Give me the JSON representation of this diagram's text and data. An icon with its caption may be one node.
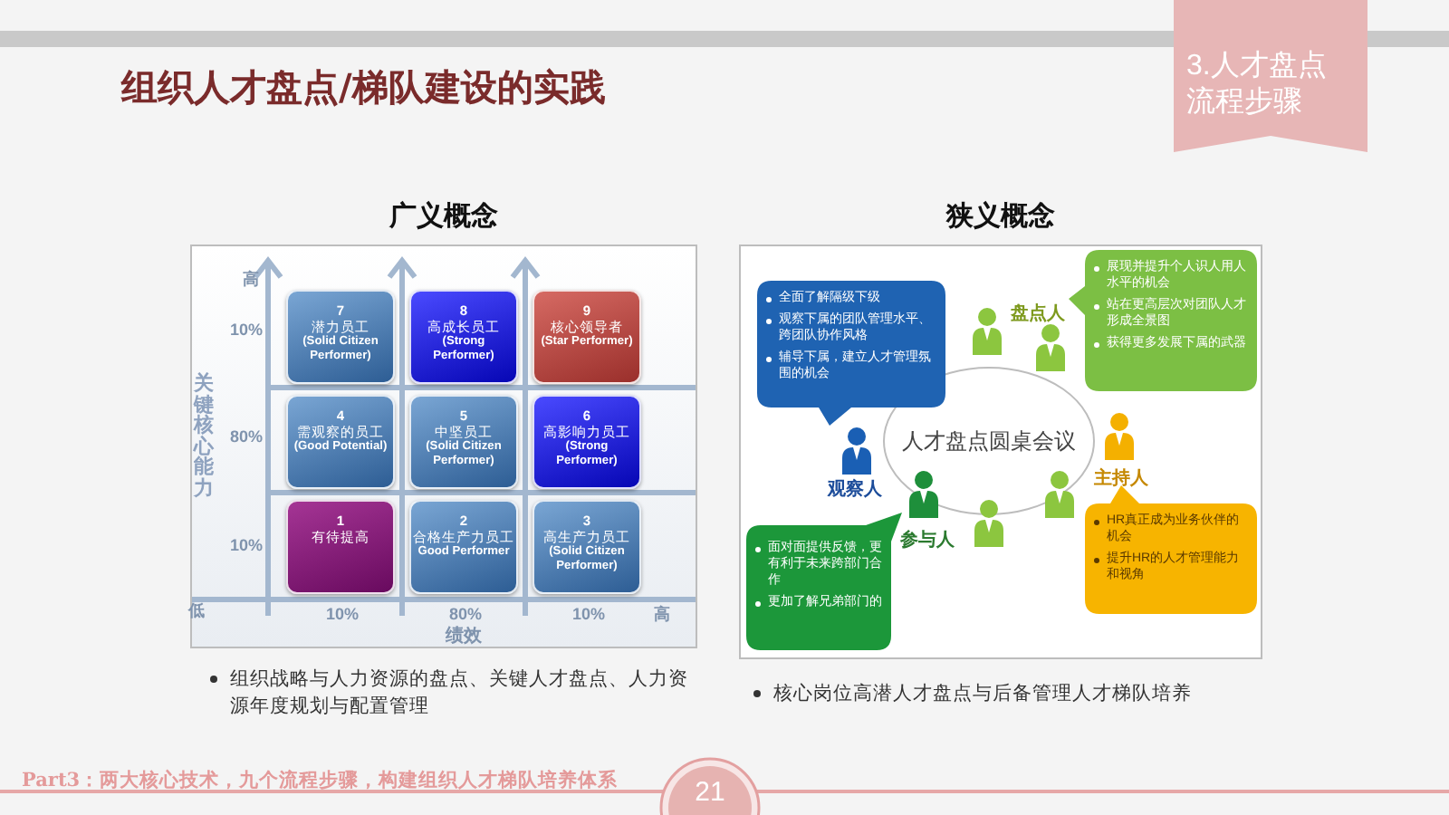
{
  "diagram": {
    "title": "组织人才盘点/梯队建设的实践",
    "nodes": [
      {
        "text": [
          "3.人才盘点流程步骤"
        ]
      },
      {
        "text": [
          "广义概念"
        ]
      },
      {
        "text": [
          "7",
          "潜力员工",
          "(Solid Citizen Performer)"
        ],
        "in": 1
      },
      {
        "text": [
          "8",
          "高成长员工",
          "(Strong Performer)"
        ],
        "in": 1
      },
      {
        "text": [
          "9",
          "核心领导者",
          "(Star Performer)"
        ],
        "in": 1
      },
      {
        "text": [
          "4",
          "需观察的员工",
          "(Good Potential)"
        ],
        "in": 1
      },
      {
        "text": [
          "5",
          "中坚员工",
          "(Solid Citizen Performer)"
        ],
        "in": 1
      },
      {
        "text": [
          "6",
          "高影响力员工",
          "(Strong Performer)"
        ],
        "in": 1
      },
      {
        "text": [
          "1",
          "有待提高"
        ],
        "in": 1
      },
      {
        "text": [
          "2",
          "合格生产力员工",
          "Good Performer"
        ],
        "in": 1
      },
      {
        "text": [
          "3",
          "高生产力员工",
          "(Solid Citizen Performer)"
        ],
        "in": 1
      },
      {
        "text": [
          "狭义概念"
        ]
      },
      {
        "text": [
          "人才盘点圆桌会议"
        ],
        "in": 11
      },
      {
        "text": [
          "全面了解隔级下级",
          "观察下属的团队管理水平、跨团队协作风格",
          "辅导下属，建立人才管理氛围的机会"
        ],
        "in": 11
      },
      {
        "text": [
          "展现并提升个人识人用人水平的机会",
          "站在更高层次对团队人才形成全景图",
          "获得更多发展下属的武器"
        ],
        "in": 11
      },
      {
        "text": [
          "HR真正成为业务伙伴的机会",
          "提升HR的人才管理能力和视角"
        ],
        "in": 11
      },
      {
        "text": [
          "面对面提供反馈，更有利于未来跨部门合作",
          "更加了解兄弟部门的"
        ],
        "in": 11
      },
      {
        "text": [
          "21"
        ]
      }
    ],
    "labels": [
      "高",
      "10%",
      "关键核心能力",
      "80%",
      "10%",
      "低",
      "10%",
      "80%",
      "10%",
      "高",
      "绩效",
      "盘点人",
      "观察人",
      "主持人",
      "参与人",
      "组织战略与人力资源的盘点、关键人才盘点、人力资源年度规划与配置管理",
      "核心岗位高潜人才盘点与后备管理人才梯队培养",
      "Part3：两大核心技术，九个流程步骤，构建组织人才梯队培养体系"
    ]
  }
}
